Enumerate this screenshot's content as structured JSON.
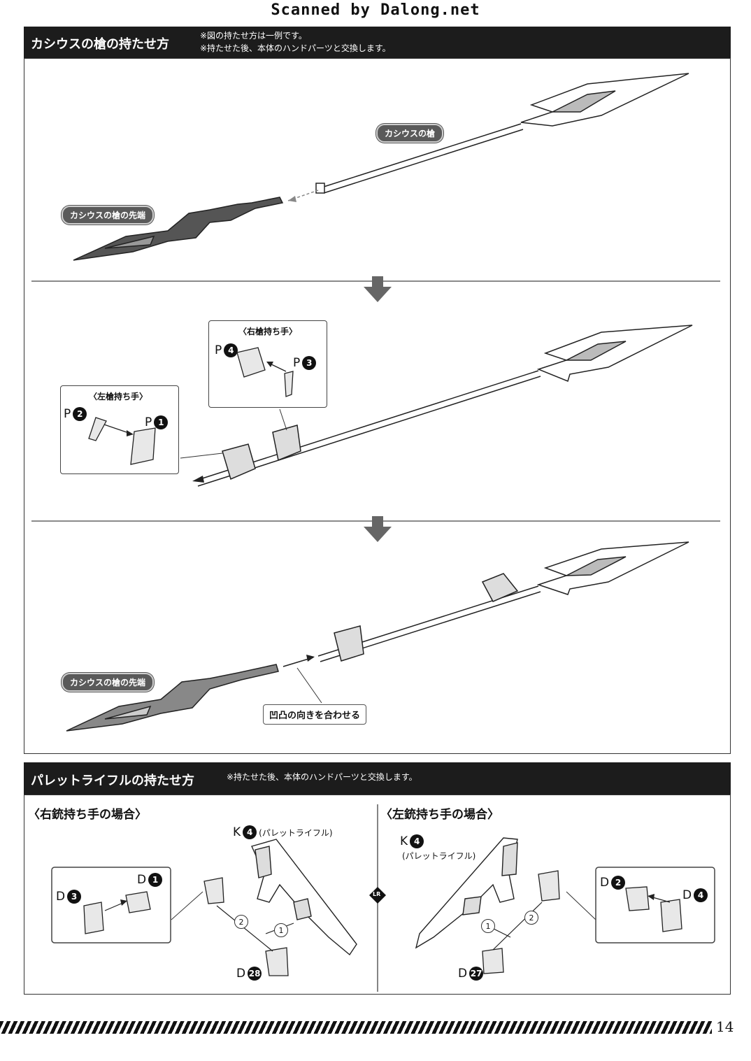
{
  "watermark": "Scanned by Dalong.net",
  "section1": {
    "title": "カシウスの槍の持たせ方",
    "note1": "※図の持たせ方は一例です。",
    "note2": "※持たせた後、本体のハンドパーツと交換します。",
    "spear_label": "カシウスの槍",
    "tip_label": "カシウスの槍の先端",
    "tip_label2": "カシウスの槍の先端",
    "align_label": "凹凸の向きを合わせる",
    "right_hand": {
      "title": "〈右槍持ち手〉",
      "a": {
        "letter": "P",
        "num": "4"
      },
      "b": {
        "letter": "P",
        "num": "3"
      }
    },
    "left_hand": {
      "title": "〈左槍持ち手〉",
      "a": {
        "letter": "P",
        "num": "2"
      },
      "b": {
        "letter": "P",
        "num": "1"
      }
    }
  },
  "section2": {
    "title": "パレットライフルの持たせ方",
    "note": "※持たせた後、本体のハンドパーツと交換します。",
    "right": {
      "heading": "〈右銃持ち手の場合〉",
      "rifle": {
        "letter": "K",
        "num": "4",
        "name": "(パレットライフル)"
      },
      "d1": {
        "letter": "D",
        "num": "1"
      },
      "d3": {
        "letter": "D",
        "num": "3"
      },
      "d28": {
        "letter": "D",
        "num": "28"
      },
      "step1": "1",
      "step2": "2"
    },
    "left": {
      "heading": "〈左銃持ち手の場合〉",
      "rifle": {
        "letter": "K",
        "num": "4",
        "name": "(パレットライフル)"
      },
      "d2": {
        "letter": "D",
        "num": "2"
      },
      "d4": {
        "letter": "D",
        "num": "4"
      },
      "d27": {
        "letter": "D",
        "num": "27"
      },
      "step1": "1",
      "step2": "2"
    },
    "divider_badge": "LR"
  },
  "page_number": "14"
}
